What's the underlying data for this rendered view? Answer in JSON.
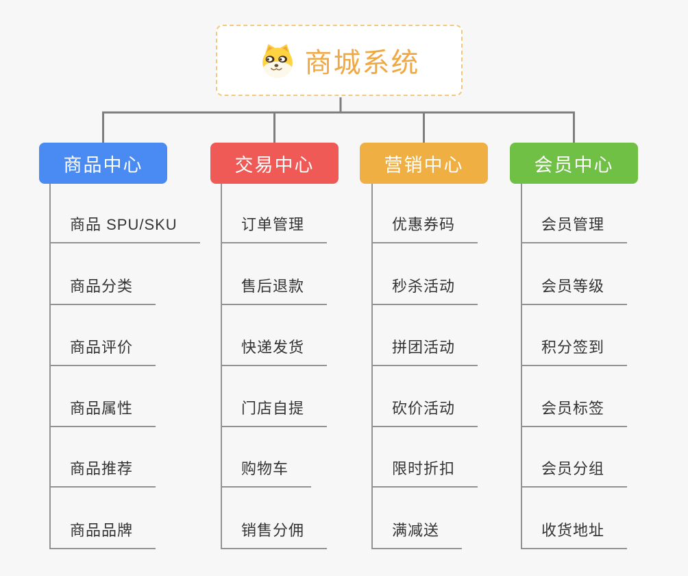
{
  "root": {
    "title": "商城系统",
    "icon": "dog-face-icon"
  },
  "branches": [
    {
      "id": "product-center",
      "label": "商品中心",
      "color": "#4A8BF3",
      "children": [
        "商品 SPU/SKU",
        "商品分类",
        "商品评价",
        "商品属性",
        "商品推荐",
        "商品品牌"
      ]
    },
    {
      "id": "trade-center",
      "label": "交易中心",
      "color": "#EF5956",
      "children": [
        "订单管理",
        "售后退款",
        "快递发货",
        "门店自提",
        "购物车",
        "销售分佣"
      ]
    },
    {
      "id": "marketing-center",
      "label": "营销中心",
      "color": "#EFAF42",
      "children": [
        "优惠券码",
        "秒杀活动",
        "拼团活动",
        "砍价活动",
        "限时折扣",
        "满减送"
      ]
    },
    {
      "id": "member-center",
      "label": "会员中心",
      "color": "#6FC044",
      "children": [
        "会员管理",
        "会员等级",
        "积分签到",
        "会员标签",
        "会员分组",
        "收货地址"
      ]
    }
  ],
  "colors": {
    "background": "#F7F7F7",
    "root_text": "#F0A843",
    "root_border": "#F3C87E",
    "connector": "#7E7E7E",
    "leaf_line": "#929292",
    "leaf_text": "#333333"
  }
}
